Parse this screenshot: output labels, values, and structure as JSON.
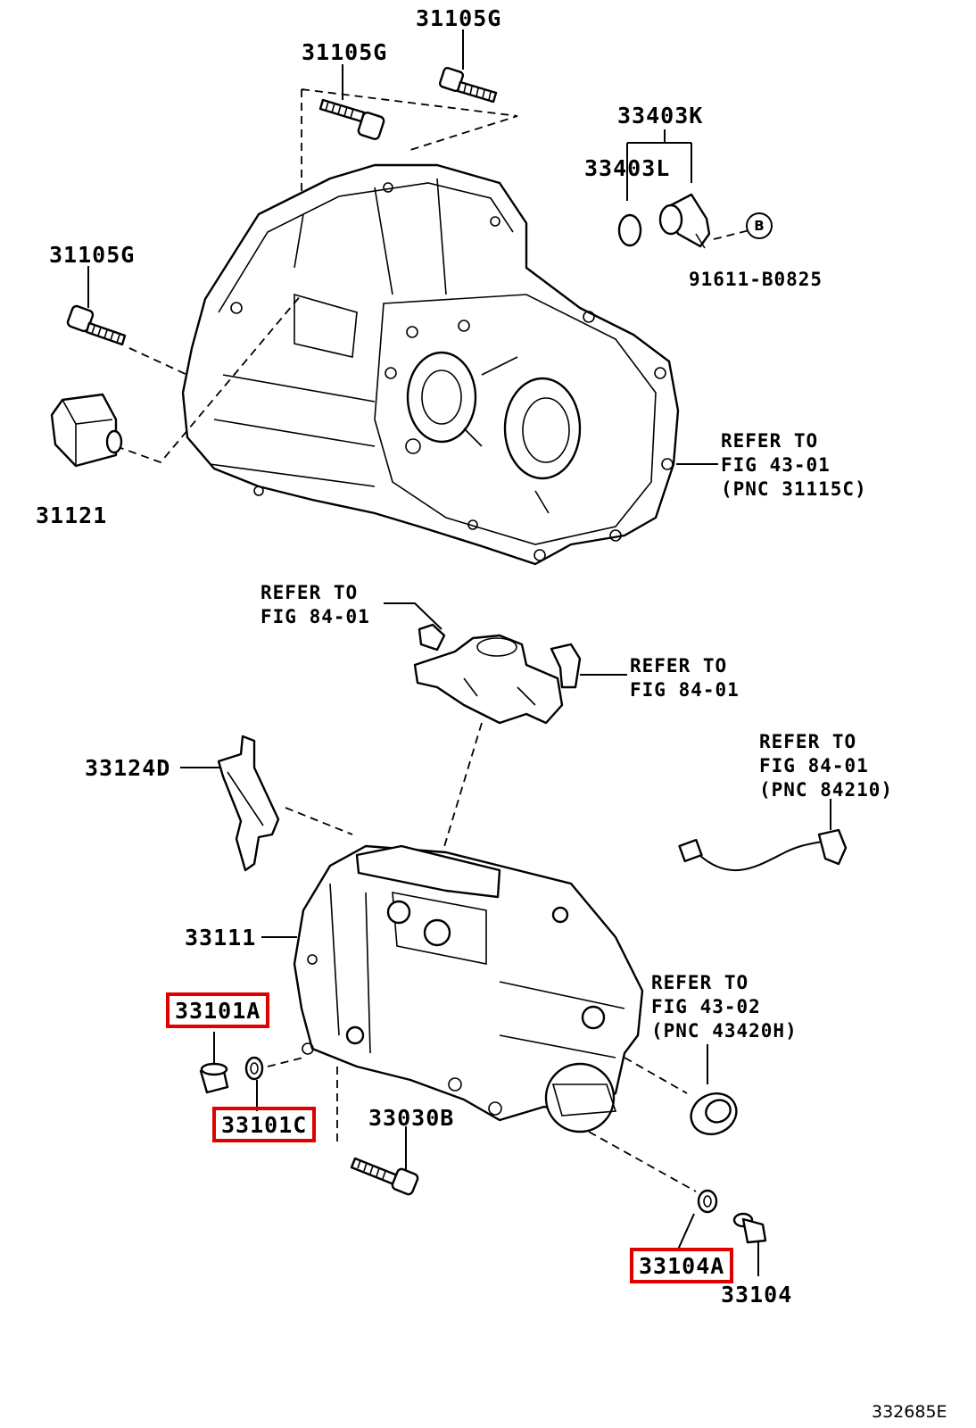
{
  "labels": {
    "p31105g_top": "31105G",
    "p31105g_mid": "31105G",
    "p31105g_left": "31105G",
    "p33403k": "33403K",
    "p33403l": "33403L",
    "p91611": "91611-B0825",
    "circle_b": "B",
    "p31121": "31121",
    "ref_fig4301": [
      "REFER TO",
      "FIG 43-01",
      "(PNC 31115C)"
    ],
    "ref_fig8401_a": [
      "REFER TO",
      "FIG 84-01"
    ],
    "ref_fig8401_b": [
      "REFER TO",
      "FIG 84-01"
    ],
    "ref_fig8401_c": [
      "REFER TO",
      "FIG 84-01",
      "(PNC 84210)"
    ],
    "p33124d": "33124D",
    "p33111": "33111",
    "ref_fig4302": [
      "REFER TO",
      "FIG 43-02",
      "(PNC 43420H)"
    ],
    "p33101a": "33101A",
    "p33101c": "33101C",
    "p33030b": "33030B",
    "p33104a": "33104A",
    "p33104": "33104",
    "diagram_id": "332685E"
  },
  "highlighted_parts": [
    "33101A",
    "33101C",
    "33104A"
  ],
  "colors": {
    "highlight": "#e00000",
    "ink": "#000000",
    "background": "#ffffff"
  }
}
